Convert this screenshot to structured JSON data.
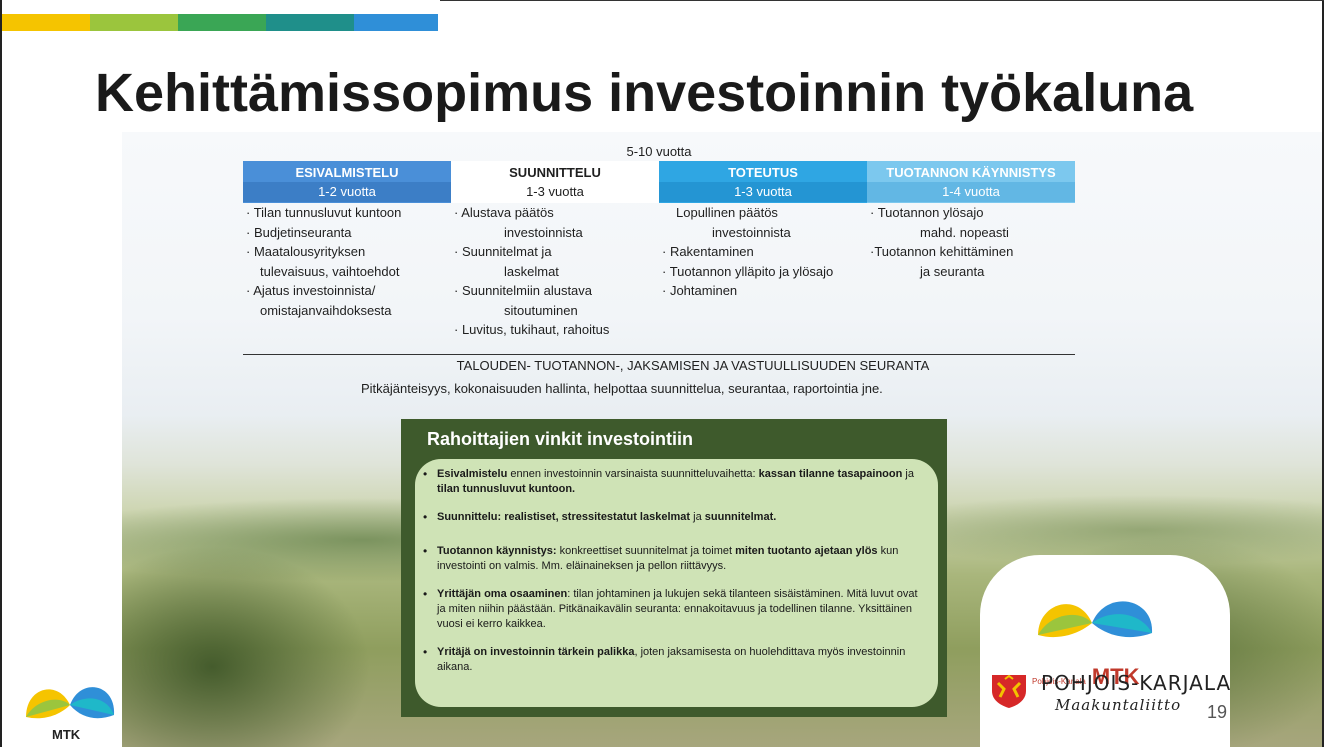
{
  "slide": {
    "title": "Kehittämissopimus investoinnin työkaluna",
    "page_number": "19",
    "accent_colors": [
      "#f5c400",
      "#9bc53d",
      "#3aa655",
      "#1f8f8a",
      "#2f8fd8"
    ]
  },
  "timeline": {
    "span_label": "5-10 vuotta",
    "phases": [
      {
        "name": "ESIVALMISTELU",
        "duration": "1-2 vuotta",
        "color": "#4a8fd8",
        "lines": [
          "· Tilan tunnusluvut kuntoon",
          "· Budjetinseuranta",
          "· Maatalousyrityksen",
          "tulevaisuus, vaihtoehdot",
          "· Ajatus investoinnista/",
          "omistajanvaihdoksesta"
        ]
      },
      {
        "name": "SUUNNITTELU",
        "duration": "1-3 vuotta",
        "color": "#ffffff",
        "lines": [
          "· Alustava päätös",
          "investoinnista",
          "· Suunnitelmat ja",
          "laskelmat",
          "· Suunnitelmiin alustava",
          "sitoutuminen",
          "· Luvitus, tukihaut, rahoitus"
        ]
      },
      {
        "name": "TOTEUTUS",
        "duration": "1-3 vuotta",
        "color": "#2fa6e3",
        "lines": [
          "Lopullinen päätös",
          "investoinnista",
          "· Rakentaminen",
          "· Tuotannon ylläpito ja ylösajo",
          "· Johtaminen"
        ]
      },
      {
        "name": "TUOTANNON KÄYNNISTYS",
        "duration": "1-4 vuotta",
        "color": "#7cc8ee",
        "lines": [
          "· Tuotannon ylösajo",
          "mahd. nopeasti",
          "·Tuotannon kehittäminen",
          "ja seuranta"
        ]
      }
    ],
    "monitoring_title": "TALOUDEN- TUOTANNON-, JAKSAMISEN JA VASTUULLISUUDEN SEURANTA",
    "monitoring_desc": "Pitkäjänteisyys, kokonaisuuden hallinta, helpottaa suunnittelua, seurantaa, raportointia jne."
  },
  "tips": {
    "title": "Rahoittajien vinkit investointiin",
    "items": [
      {
        "bold1": "Esivalmistelu",
        "text1": " ennen investoinnin varsinaista suunnitteluvaihetta: ",
        "bold2": "kassan tilanne tasapainoon",
        "text2": " ja ",
        "bold3": "tilan tunnusluvut kuntoon."
      },
      {
        "bold1": "Suunnittelu: realistiset, stressitestatut laskelmat",
        "text1": " ja ",
        "bold2": "suunnitelmat.",
        "text2": "",
        "bold3": ""
      },
      {
        "bold1": "Tuotannon käynnistys:",
        "text1": " konkreettiset suunnitelmat ja toimet ",
        "bold2": "miten tuotanto ajetaan ylös",
        "text2": " kun investointi on valmis. Mm. eläinaineksen ja pellon riittävyys.",
        "bold3": ""
      },
      {
        "bold1": "Yrittäjän oma osaaminen",
        "text1": ": tilan johtaminen ja lukujen sekä tilanteen sisäistäminen. Mitä luvut ovat ja miten niihin päästään.  Pitkänaikavälin seuranta: ennakoitavuus ja todellinen tilanne. Yksittäinen vuosi ei kerro kaikkea.",
        "bold2": "",
        "text2": "",
        "bold3": ""
      },
      {
        "bold1": "Yritäjä on investoinnin tärkein palikka",
        "text1": ", joten jaksamisesta on huolehdittava myös investoinnin aikana.",
        "bold2": "",
        "text2": "",
        "bold3": ""
      }
    ]
  },
  "logos": {
    "mtk_region": "Pohjois-Karjala",
    "mtk_word": "MTK",
    "region_name": "POHJOIS-KARJALA",
    "region_sub": "Maakuntaliitto",
    "small_mtk_word": "MTK",
    "icons": [
      "mtk-logo-icon",
      "coat-of-arms-icon"
    ]
  }
}
